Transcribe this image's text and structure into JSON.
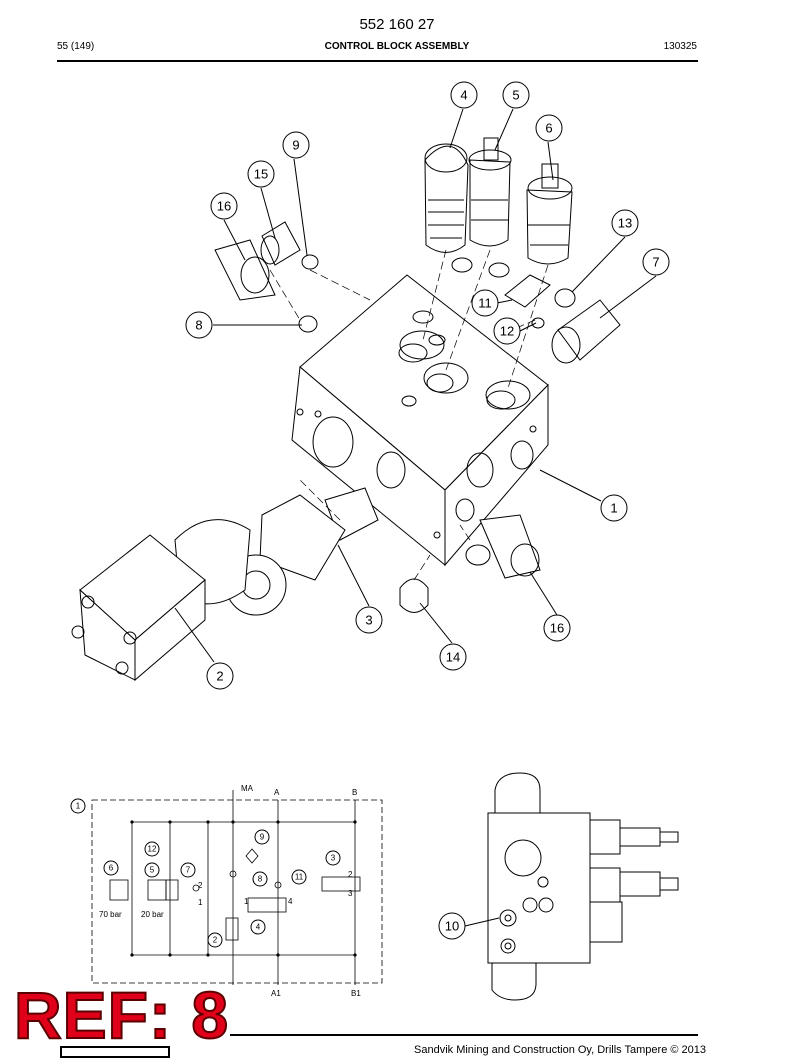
{
  "header": {
    "doc_number": "552 160 27",
    "page": "55 (149)",
    "title": "CONTROL BLOCK ASSEMBLY",
    "code": "130325"
  },
  "callouts": {
    "c1": "1",
    "c2": "2",
    "c3": "3",
    "c4": "4",
    "c5": "5",
    "c6": "6",
    "c7": "7",
    "c8": "8",
    "c9": "9",
    "c10": "10",
    "c11": "11",
    "c12": "12",
    "c13": "13",
    "c14": "14",
    "c15": "15",
    "c16a": "16",
    "c16b": "16"
  },
  "schematic": {
    "port_ma": "MA",
    "port_a": "A",
    "port_b": "B",
    "port_a1": "A1",
    "port_b1": "B1",
    "num_1": "1",
    "num_2": "2",
    "num_3": "3",
    "num_4": "4",
    "num_5": "5",
    "num_6": "6",
    "num_7": "7",
    "num_8": "8",
    "num_9": "9",
    "num_11": "11",
    "num_12": "12",
    "pressure_70": "70 bar",
    "pressure_20": "20 bar"
  },
  "footer": {
    "ref_stamp": "REF: 8",
    "copyright": "Sandvik Mining and Construction Oy, Drills Tampere © 2013"
  }
}
